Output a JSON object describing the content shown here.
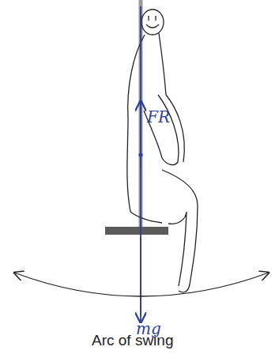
{
  "diagram": {
    "labels": [
      "FR",
      "mg",
      "Arc of swing"
    ]
  }
}
